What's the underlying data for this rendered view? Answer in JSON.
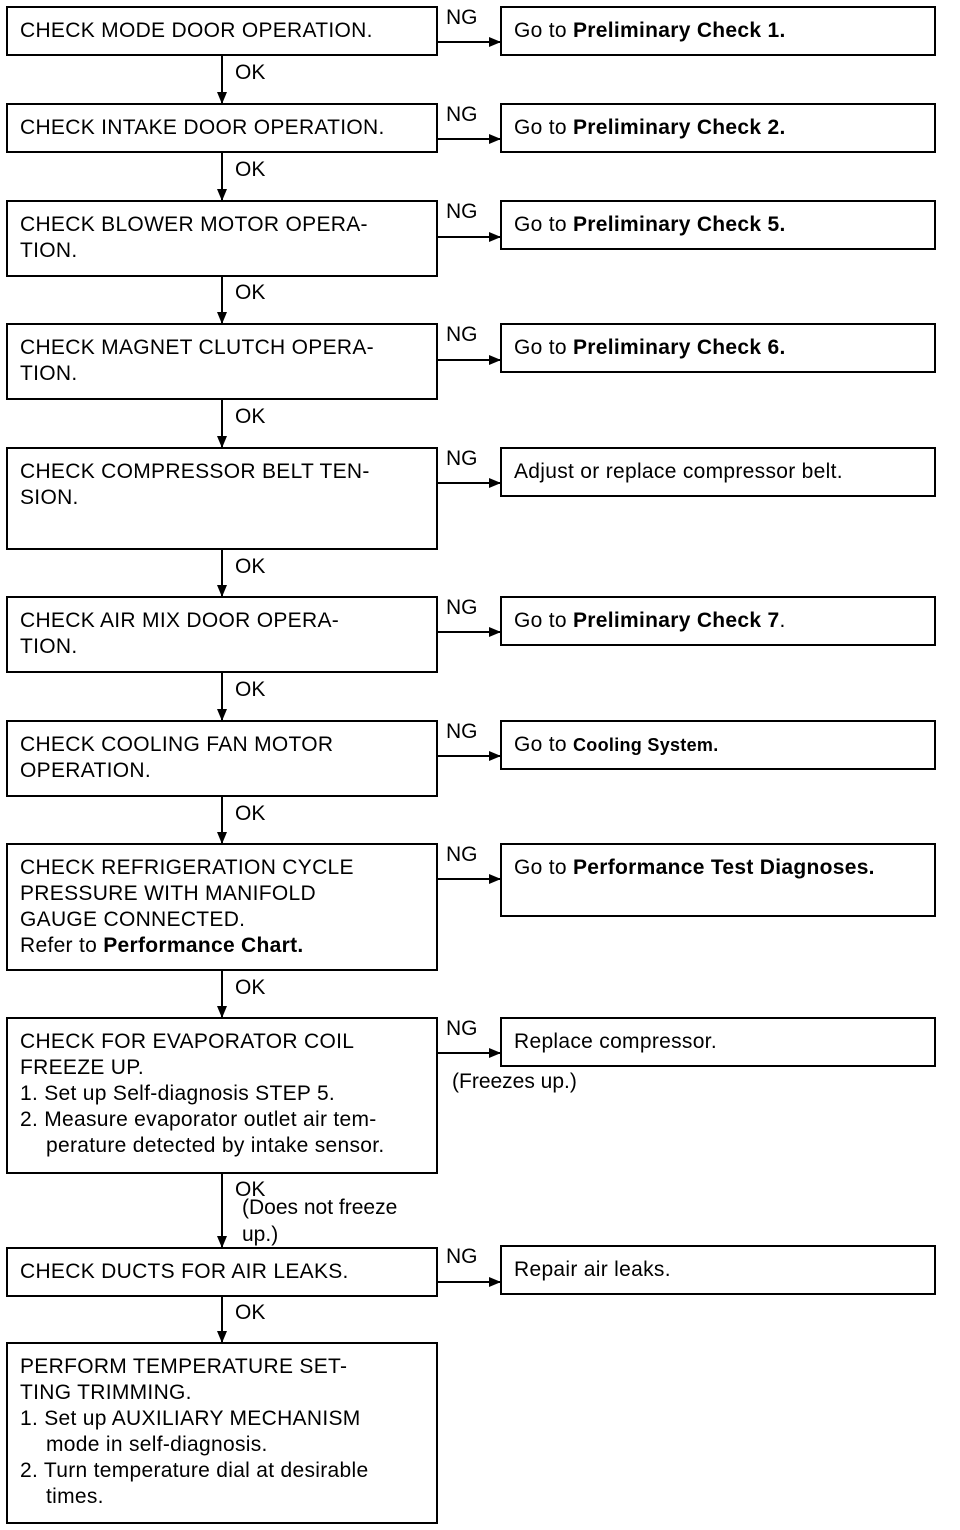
{
  "steps": [
    {
      "check": [
        "CHECK MODE DOOR OPERATION."
      ],
      "ng_result": {
        "pre": "Go to ",
        "bold": "Preliminary Check 1."
      },
      "ok": "OK"
    },
    {
      "check": [
        "CHECK INTAKE DOOR OPERATION."
      ],
      "ng_result": {
        "pre": "Go to ",
        "bold": "Preliminary Check 2."
      },
      "ok": "OK"
    },
    {
      "check": [
        "CHECK BLOWER MOTOR OPERA-",
        "TION."
      ],
      "ng_result": {
        "pre": "Go to ",
        "bold": "Preliminary Check 5."
      },
      "ok": "OK"
    },
    {
      "check": [
        "CHECK MAGNET CLUTCH OPERA-",
        "TION."
      ],
      "ng_result": {
        "pre": "Go to ",
        "bold": "Preliminary Check 6."
      },
      "ok": "OK"
    },
    {
      "check": [
        "CHECK COMPRESSOR BELT TEN-",
        "SION."
      ],
      "ng_result": {
        "pre": "Adjust or replace compressor belt.",
        "bold": ""
      },
      "ok": "OK"
    },
    {
      "check": [
        "CHECK AIR MIX DOOR OPERA-",
        "TION."
      ],
      "ng_result": {
        "pre": "Go to ",
        "bold": "Preliminary Check 7",
        "post": "."
      },
      "ok": "OK"
    },
    {
      "check": [
        "CHECK COOLING FAN MOTOR",
        "OPERATION."
      ],
      "ng_result": {
        "pre": "Go to ",
        "bold": "Cooling System."
      },
      "ok": "OK"
    },
    {
      "check": [
        "CHECK REFRIGERATION CYCLE",
        "PRESSURE WITH MANIFOLD",
        "GAUGE CONNECTED."
      ],
      "check_ref": {
        "pre": "Refer to ",
        "bold": "Performance Chart."
      },
      "ng_result": {
        "pre": "Go to ",
        "bold": "Performance Test Diagnoses."
      },
      "ok": "OK"
    },
    {
      "check": [
        "CHECK FOR EVAPORATOR COIL",
        "FREEZE UP."
      ],
      "check_steps": [
        "1. Set up Self-diagnosis STEP 5.",
        "2. Measure evaporator outlet air tem-perature detected by intake sensor."
      ],
      "ng_result": {
        "pre": "Replace compressor.",
        "bold": ""
      },
      "ng_note": "(Freezes up.)",
      "ok": "OK",
      "ok_note_1": "(Does not freeze",
      "ok_note_2": "up.)"
    },
    {
      "check": [
        "CHECK DUCTS FOR AIR LEAKS."
      ],
      "ng_result": {
        "pre": "Repair air leaks.",
        "bold": ""
      },
      "ok": "OK"
    },
    {
      "check": [
        "PERFORM TEMPERATURE SET-",
        "TING TRIMMING."
      ],
      "check_steps": [
        "1. Set up AUXILIARY MECHANISM mode in self-diagnosis.",
        "2. Turn temperature dial at desirable times."
      ]
    }
  ],
  "ng_label": "NG",
  "step_texts": {
    "s9_1": "1. Set up Self-diagnosis STEP 5.",
    "s9_2a": "2. Measure evaporator outlet air tem-",
    "s9_2b": "perature detected by intake sensor.",
    "s11_1a": "1. Set up AUXILIARY MECHANISM",
    "s11_1b": "mode in self-diagnosis.",
    "s11_2a": "2. Turn temperature dial at desirable",
    "s11_2b": "times."
  }
}
